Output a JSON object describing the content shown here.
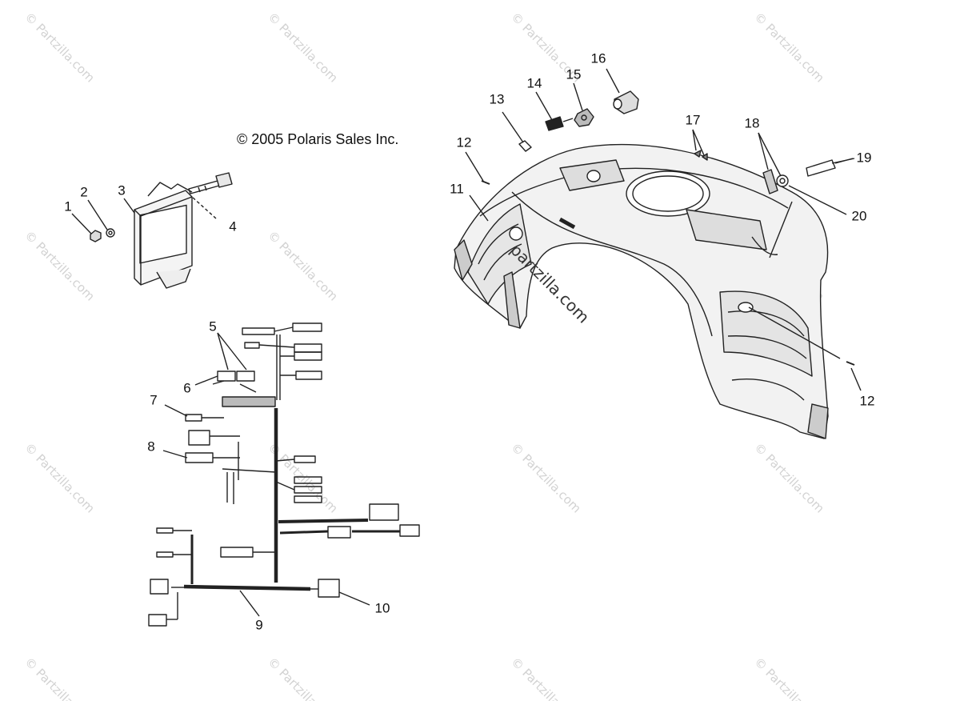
{
  "copyright": "© 2005 Polaris Sales Inc.",
  "watermark": "© Partzilla.com",
  "center_watermark": "partzilla.com",
  "callouts": [
    "1",
    "2",
    "3",
    "4",
    "5",
    "6",
    "7",
    "8",
    "9",
    "10",
    "11",
    "12",
    "12",
    "13",
    "14",
    "15",
    "16",
    "17",
    "18",
    "19",
    "20"
  ]
}
